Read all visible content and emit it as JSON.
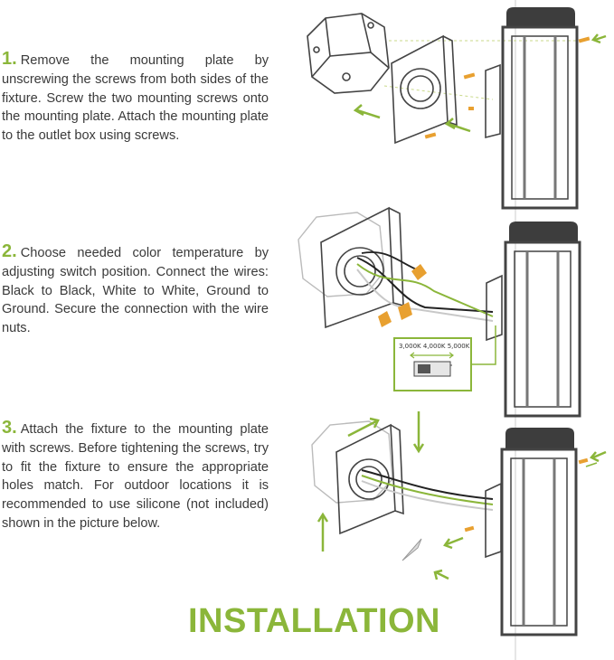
{
  "steps": [
    {
      "number": "1.",
      "text": "Remove the mounting plate by unscrewing the screws from both sides of the fixture. Screw the two mounting screws onto the mounting plate. Attach the mounting plate to the outlet box using screws."
    },
    {
      "number": "2.",
      "text": "Choose needed color temperature by adjusting switch position. Connect the wires: Black to Black, White to White, Ground to Ground. Secure the connection with the wire nuts."
    },
    {
      "number": "3.",
      "text": "Attach the fixture to the mounting plate with screws. Before tightening the screws, try to fit the fixture to ensure the appropriate holes match. For outdoor locations it is recommended to use silicone (not included) shown in the picture below."
    }
  ],
  "switch": {
    "options": "3,000K  4,000K  5,000K"
  },
  "title": "INSTALLATION",
  "colors": {
    "accent": "#8bb63a",
    "text": "#3a3a3a",
    "screw": "#e8a030",
    "line": "#444444"
  }
}
